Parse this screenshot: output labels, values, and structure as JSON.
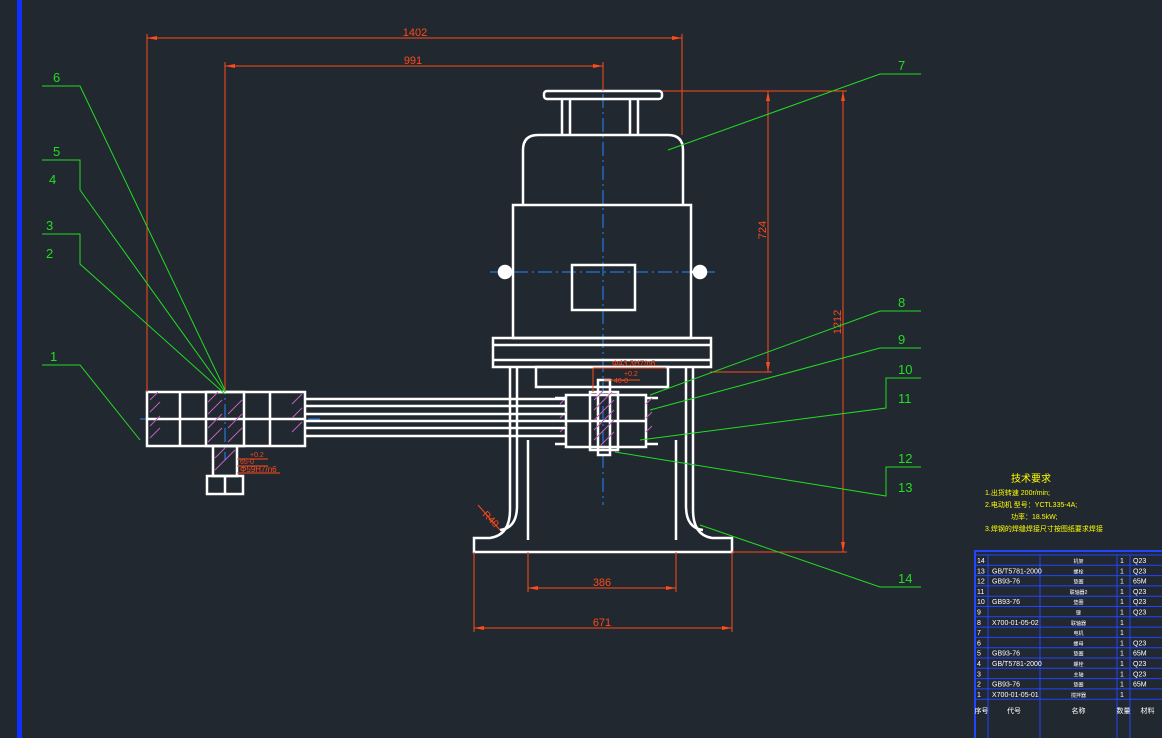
{
  "dimensions": {
    "overall_width": "1402",
    "inner_width": "991",
    "motor_height": "724",
    "total_height": "1212",
    "base_inner": "386",
    "base_outer": "671",
    "radius": "R40",
    "fit_top_1": "Φ43.3H7/n6",
    "fit_top_2": "+0.2",
    "fit_top_3": "40-0",
    "fit_left_1": "+0.2",
    "fit_left_2": "65-0",
    "fit_left_3": "Φ59H7/n6"
  },
  "part_labels": [
    "1",
    "2",
    "3",
    "4",
    "5",
    "6",
    "7",
    "8",
    "9",
    "10",
    "11",
    "12",
    "13",
    "14"
  ],
  "tech_notes": {
    "title": "技术要求",
    "lines": [
      "1.出货转速 200r/min;",
      "2.电动机 型号：YCTL335-4A;",
      "功率：18.5kW;",
      "3.焊钢的焊缝焊接尺寸按图纸要求焊接"
    ]
  },
  "bom": {
    "rows": [
      {
        "no": "14",
        "code": "",
        "name": "机架",
        "qty": "1",
        "mat": "Q23"
      },
      {
        "no": "13",
        "code": "GB/T5781-2000",
        "name": "螺栓",
        "qty": "1",
        "mat": "Q23"
      },
      {
        "no": "12",
        "code": "GB93-76",
        "name": "垫圈",
        "qty": "1",
        "mat": "65M"
      },
      {
        "no": "11",
        "code": "",
        "name": "联轴器2",
        "qty": "1",
        "mat": "Q23"
      },
      {
        "no": "10",
        "code": "GB93-76",
        "name": "垫圈",
        "qty": "1",
        "mat": "Q23"
      },
      {
        "no": "9",
        "code": "",
        "name": "键",
        "qty": "1",
        "mat": "Q23"
      },
      {
        "no": "8",
        "code": "X700-01-05-02",
        "name": "联轴器",
        "qty": "1",
        "mat": ""
      },
      {
        "no": "7",
        "code": "",
        "name": "电机",
        "qty": "1",
        "mat": ""
      },
      {
        "no": "6",
        "code": "",
        "name": "螺母",
        "qty": "1",
        "mat": "Q23"
      },
      {
        "no": "5",
        "code": "GB93-76",
        "name": "垫圈",
        "qty": "1",
        "mat": "65M"
      },
      {
        "no": "4",
        "code": "GB/T5781-2000",
        "name": "螺栓",
        "qty": "1",
        "mat": "Q23"
      },
      {
        "no": "3",
        "code": "",
        "name": "主轴",
        "qty": "1",
        "mat": "Q23"
      },
      {
        "no": "2",
        "code": "GB93-76",
        "name": "垫圈",
        "qty": "1",
        "mat": "65M"
      },
      {
        "no": "1",
        "code": "X700-01-05-01",
        "name": "搅拌器",
        "qty": "1",
        "mat": ""
      }
    ],
    "header": {
      "no": "序号",
      "code": "代号",
      "name": "名称",
      "qty": "数量",
      "mat": "材料"
    }
  },
  "colors": {
    "background": "#212830",
    "outline": "#ffffff",
    "dimension": "#ff4a1a",
    "leader": "#22dd22",
    "centerline": "#2288ff",
    "hatch": "#c060c0",
    "notes": "#ffff00",
    "table_border": "#2244ff",
    "table_text": "#ffffff",
    "frame_edge": "#1030ff"
  }
}
